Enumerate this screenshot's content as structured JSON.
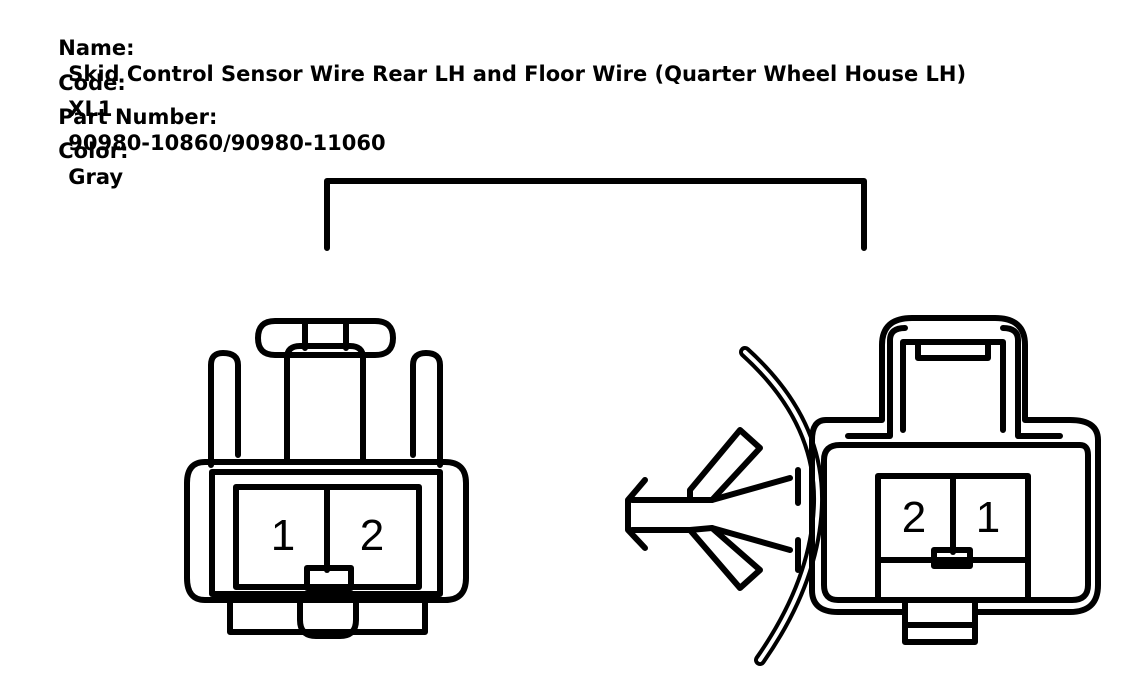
{
  "info": {
    "name_label": "Name:",
    "name_value": "Skid Control Sensor Wire Rear LH and Floor Wire (Quarter Wheel House LH)",
    "code_label": "Code:",
    "code_value": "XL1",
    "part_label": "Part Number:",
    "part_value": "90980-10860/90980-11060",
    "color_label": "Color:",
    "color_value": "Gray"
  },
  "left_connector": {
    "pins": [
      "1",
      "2"
    ]
  },
  "right_connector": {
    "pins": [
      "2",
      "1"
    ]
  }
}
